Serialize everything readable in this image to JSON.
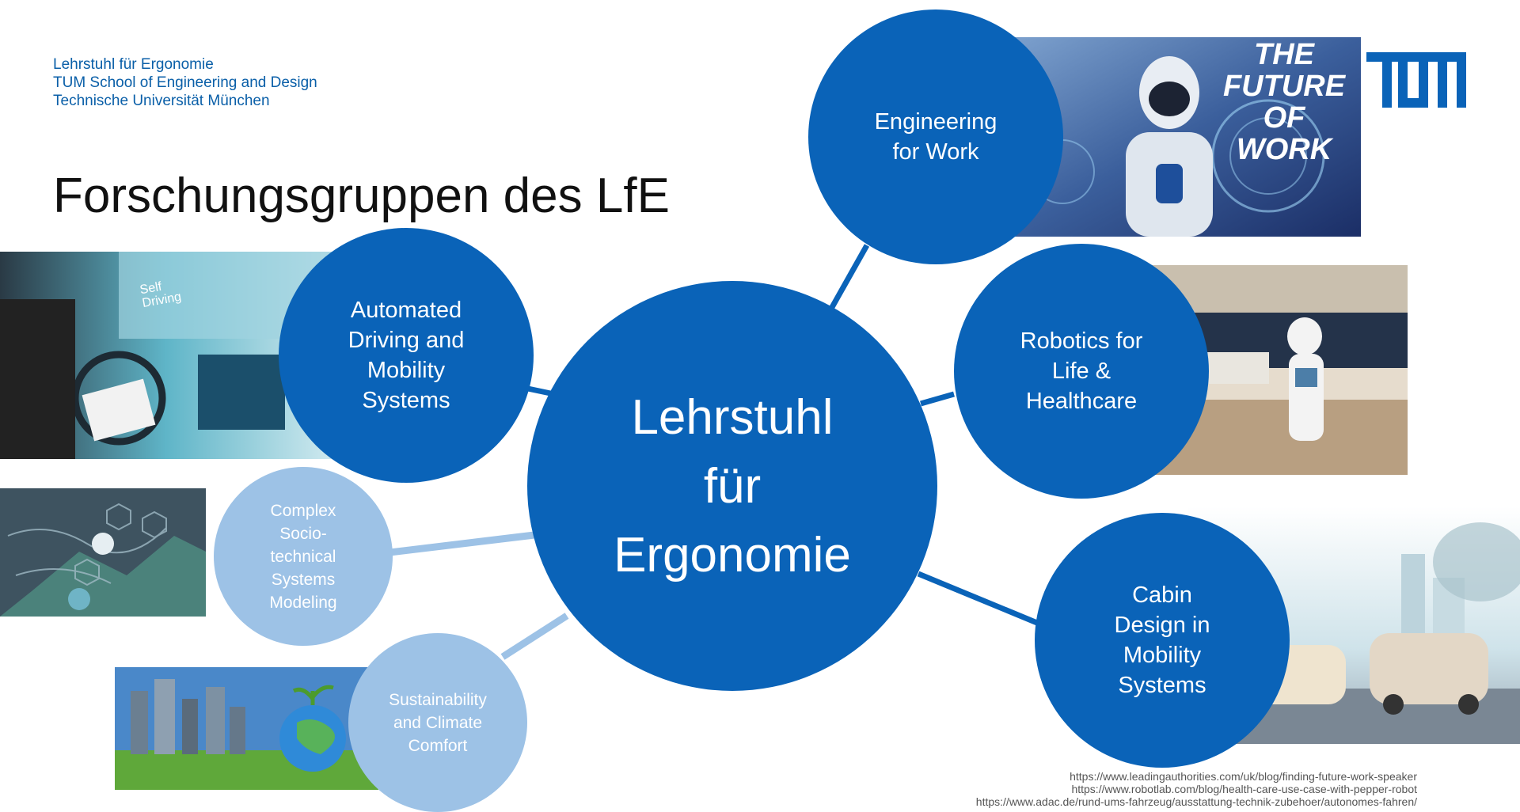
{
  "header": {
    "lines": [
      "Lehrstuhl für Ergonomie",
      "TUM School of Engineering and Design",
      "Technische Universität München"
    ]
  },
  "title": "Forschungsgruppen des LfE",
  "logo": {
    "name": "tum-logo",
    "color": "#0a63b8"
  },
  "center": {
    "label": "Lehrstuhl\nfür\nErgonomie"
  },
  "groups": [
    {
      "id": "engineering-for-work",
      "label": "Engineering\nfor Work",
      "style": "dark"
    },
    {
      "id": "robotics",
      "label": "Robotics for\nLife &\nHealthcare",
      "style": "dark"
    },
    {
      "id": "cabin-design",
      "label": "Cabin\nDesign in\nMobility\nSystems",
      "style": "dark"
    },
    {
      "id": "automated-driving",
      "label": "Automated\nDriving and\nMobility\nSystems",
      "style": "dark"
    },
    {
      "id": "complex-systems",
      "label": "Complex\nSocio-\ntechnical\nSystems\nModeling",
      "style": "light"
    },
    {
      "id": "sustainability",
      "label": "Sustainability\nand Climate\nComfort",
      "style": "light"
    }
  ],
  "image_text": {
    "future_of_work": [
      "THE FUTURE",
      "OF WORK"
    ],
    "self_driving": [
      "Self",
      "Driving"
    ]
  },
  "references": [
    "https://www.leadingauthorities.com/uk/blog/finding-future-work-speaker",
    "https://www.robotlab.com/blog/health-care-use-case-with-pepper-robot",
    "https://www.adac.de/rund-ums-fahrzeug/ausstattung-technik-zubehoer/autonomes-fahren/"
  ],
  "colors": {
    "dark_blue": "#0a63b8",
    "light_blue": "#9dc2e6",
    "header_blue": "#0a5fa8"
  }
}
